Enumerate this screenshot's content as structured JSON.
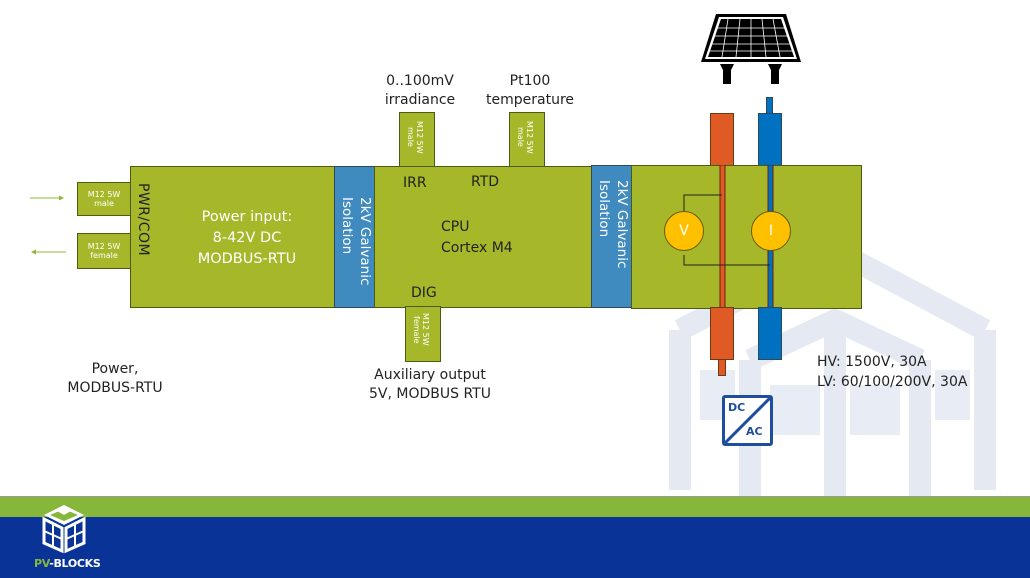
{
  "left_io": {
    "connector_in": "M12 5W\nmale",
    "connector_out": "M12 5W\nfemale",
    "port_label": "PWR/COM",
    "caption": "Power,\nMODBUS-RTU"
  },
  "power_block": {
    "line1": "Power input:",
    "line2": "8-42V DC",
    "line3": "MODBUS-RTU"
  },
  "isolation_left": {
    "line1": "2kV Galvanic",
    "line2": "Isolation"
  },
  "cpu_block": {
    "irr_label": "IRR",
    "rtd_label": "RTD",
    "dig_label": "DIG",
    "cpu_line1": "CPU",
    "cpu_line2": "Cortex M4"
  },
  "top_connectors": [
    {
      "caption_line1": "0..100mV",
      "caption_line2": "irradiance",
      "connector": "M12 5W\nmale"
    },
    {
      "caption_line1": "Pt100",
      "caption_line2": "temperature",
      "connector": "M12 5W\nmale"
    }
  ],
  "bottom_connector": {
    "connector": "M12 5W\nfemale",
    "caption_line1": "Auxiliary output",
    "caption_line2": "5V, MODBUS RTU"
  },
  "isolation_right": {
    "line1": "2kV Galvanic",
    "line2": "Isolation"
  },
  "measurement_block": {
    "voltage_meter": "V",
    "current_meter": "I"
  },
  "ratings": {
    "hv": "HV: 1500V, 30A",
    "lv": "LV: 60/100/200V, 30A"
  },
  "inverter": {
    "dc": "DC",
    "ac": "AC"
  },
  "colors": {
    "block_green": "#a6b82a",
    "isolation_blue": "#3f8abf",
    "positive_red": "#e05a25",
    "negative_blue": "#0070c0",
    "meter_yellow": "#ffc000",
    "footer_green": "#86b63a",
    "footer_blue": "#0a3398"
  },
  "footer": {
    "logo_text_pv": "PV",
    "logo_text_rest": "-BLOCKS"
  }
}
